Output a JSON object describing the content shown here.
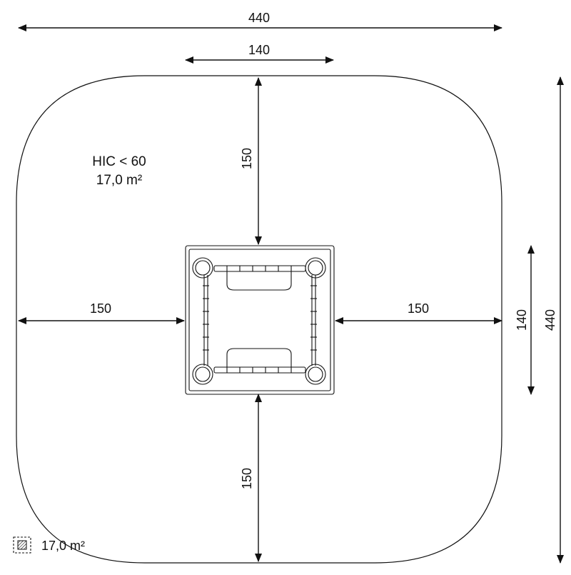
{
  "dimensions": {
    "overall_width": "440",
    "equipment_width": "140",
    "top_clearance": "150",
    "left_clearance": "150",
    "right_clearance": "150",
    "bottom_clearance": "150",
    "equipment_depth": "140",
    "overall_depth": "440"
  },
  "safety_zone": {
    "hic_label": "HIC < 60",
    "area_label": "17,0 m²"
  },
  "legend": {
    "area_label": "17,0 m²",
    "icon": "hatched-square-icon"
  },
  "colors": {
    "line": "#111111",
    "background": "#ffffff"
  }
}
